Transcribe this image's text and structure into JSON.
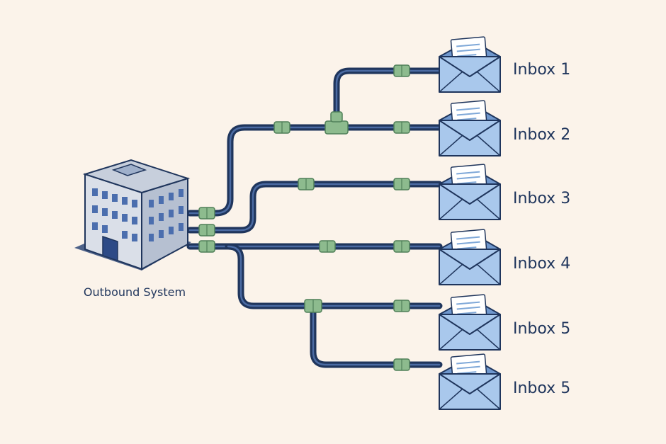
{
  "source": {
    "label": "Outbound System",
    "icon": "office-building-icon"
  },
  "inboxes": [
    {
      "label": "Inbox 1",
      "icon": "open-envelope-icon"
    },
    {
      "label": "Inbox 2",
      "icon": "open-envelope-icon"
    },
    {
      "label": "Inbox 3",
      "icon": "open-envelope-icon"
    },
    {
      "label": "Inbox 4",
      "icon": "open-envelope-icon"
    },
    {
      "label": "Inbox 5",
      "icon": "open-envelope-icon"
    },
    {
      "label": "Inbox 5",
      "icon": "open-envelope-icon"
    }
  ],
  "colors": {
    "background": "#FBF3EA",
    "pipe": "#1F355C",
    "pipe_highlight": "#4B6BA3",
    "connector": "#8DBB8E",
    "connector_edge": "#4F7F58",
    "envelope": "#A9C8EC",
    "envelope_flap": "#6F97CD",
    "envelope_edge": "#1F355C",
    "building_front": "#DADFE8",
    "building_side": "#B6C0D1",
    "window": "#4B6EAE",
    "label": "#1F355C"
  }
}
